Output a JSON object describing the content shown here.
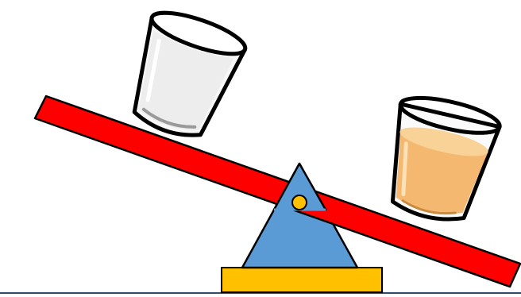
{
  "diagram": {
    "objects": [
      {
        "name": "seesaw-plank",
        "color": "#ff0000"
      },
      {
        "name": "empty-glass",
        "content": "empty",
        "side": "left",
        "position": "raised"
      },
      {
        "name": "juice-glass",
        "content": "juice",
        "side": "right",
        "position": "lowered",
        "liquid_color": "#f4b870"
      },
      {
        "name": "fulcrum-triangle",
        "color": "#5b9bd5"
      },
      {
        "name": "pivot-pin",
        "color": "#ffc000"
      },
      {
        "name": "base-block",
        "color": "#ffc000"
      }
    ],
    "colors": {
      "plank": "#ff0000",
      "fulcrum": "#5b9bd5",
      "pivot": "#ffc000",
      "base": "#ffc000",
      "juice": "#f4b870",
      "juice_highlight": "#f8d296",
      "ground_line": "#2f4a6b",
      "outline": "#000000"
    }
  }
}
